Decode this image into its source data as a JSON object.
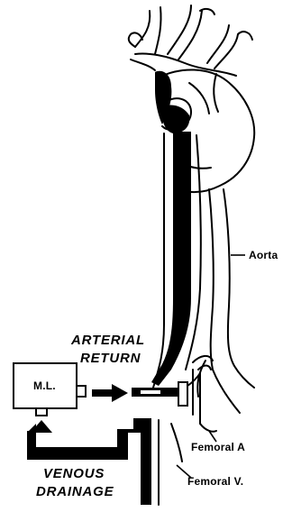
{
  "labels": {
    "aorta": "Aorta",
    "arterial_line1": "ARTERIAL",
    "arterial_line2": "RETURN",
    "ml_box": "M.L.",
    "femoral_a": "Femoral A",
    "femoral_v": "Femoral V.",
    "venous_line1": "VENOUS",
    "venous_line2": "DRAINAGE"
  },
  "colors": {
    "ink": "#000000",
    "paper": "#ffffff"
  }
}
